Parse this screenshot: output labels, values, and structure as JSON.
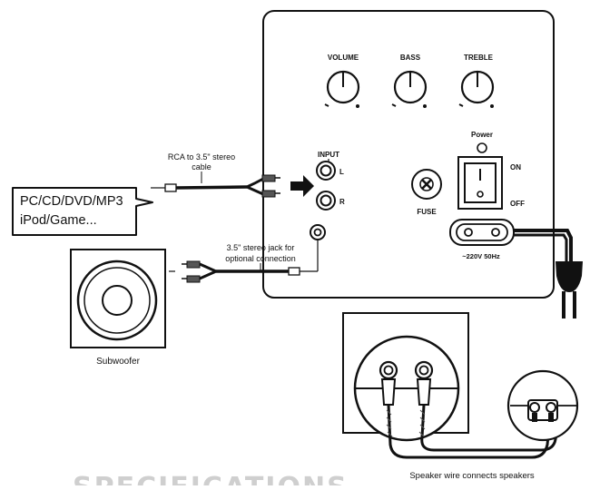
{
  "panel": {
    "knobs": {
      "volume": "VOLUME",
      "bass": "BASS",
      "treble": "TREBLE"
    },
    "input_label": "INPUT",
    "input_left": "L",
    "input_right": "R",
    "power_label": "Power",
    "switch_on": "ON",
    "switch_off": "OFF",
    "fuse_label": "FUSE",
    "voltage": "~220V 50Hz"
  },
  "rca_cable_label": [
    "RCA to 3.5\" stereo",
    "cable"
  ],
  "source_device": [
    "PC/CD/DVD/MP3",
    "iPod/Game..."
  ],
  "stereo_jack_label": [
    "3.5\" stereo jack for",
    "optional connection"
  ],
  "subwoofer_label": "Subwoofer",
  "speaker_wire_label": "Speaker wire connects speakers",
  "section_heading": "SPECIFICATIONS"
}
